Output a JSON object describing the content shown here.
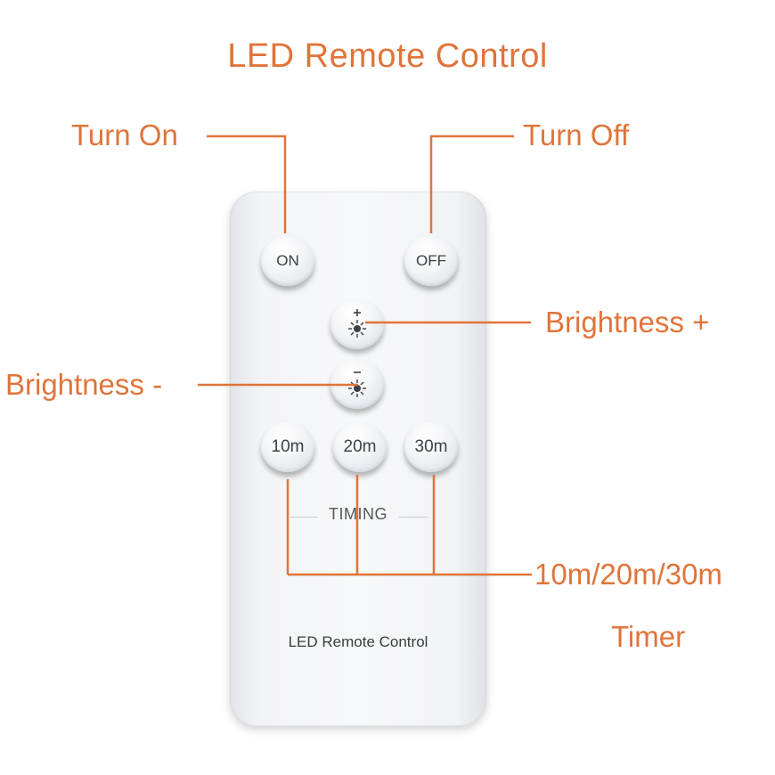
{
  "title": "LED Remote Control",
  "callouts": {
    "turn_on": "Turn On",
    "turn_off": "Turn Off",
    "brightness_up": "Brightness +",
    "brightness_down": "Brightness -",
    "timer_values": "10m/20m/30m",
    "timer": "Timer"
  },
  "remote": {
    "buttons": {
      "on": "ON",
      "off": "OFF",
      "timer_10": "10m",
      "timer_20": "20m",
      "timer_30": "30m"
    },
    "timing_label": "TIMING",
    "label": "LED Remote Control"
  },
  "colors": {
    "accent": "#e0743a",
    "remote_body": "#f3f4f6",
    "button_text": "#3d4048"
  }
}
